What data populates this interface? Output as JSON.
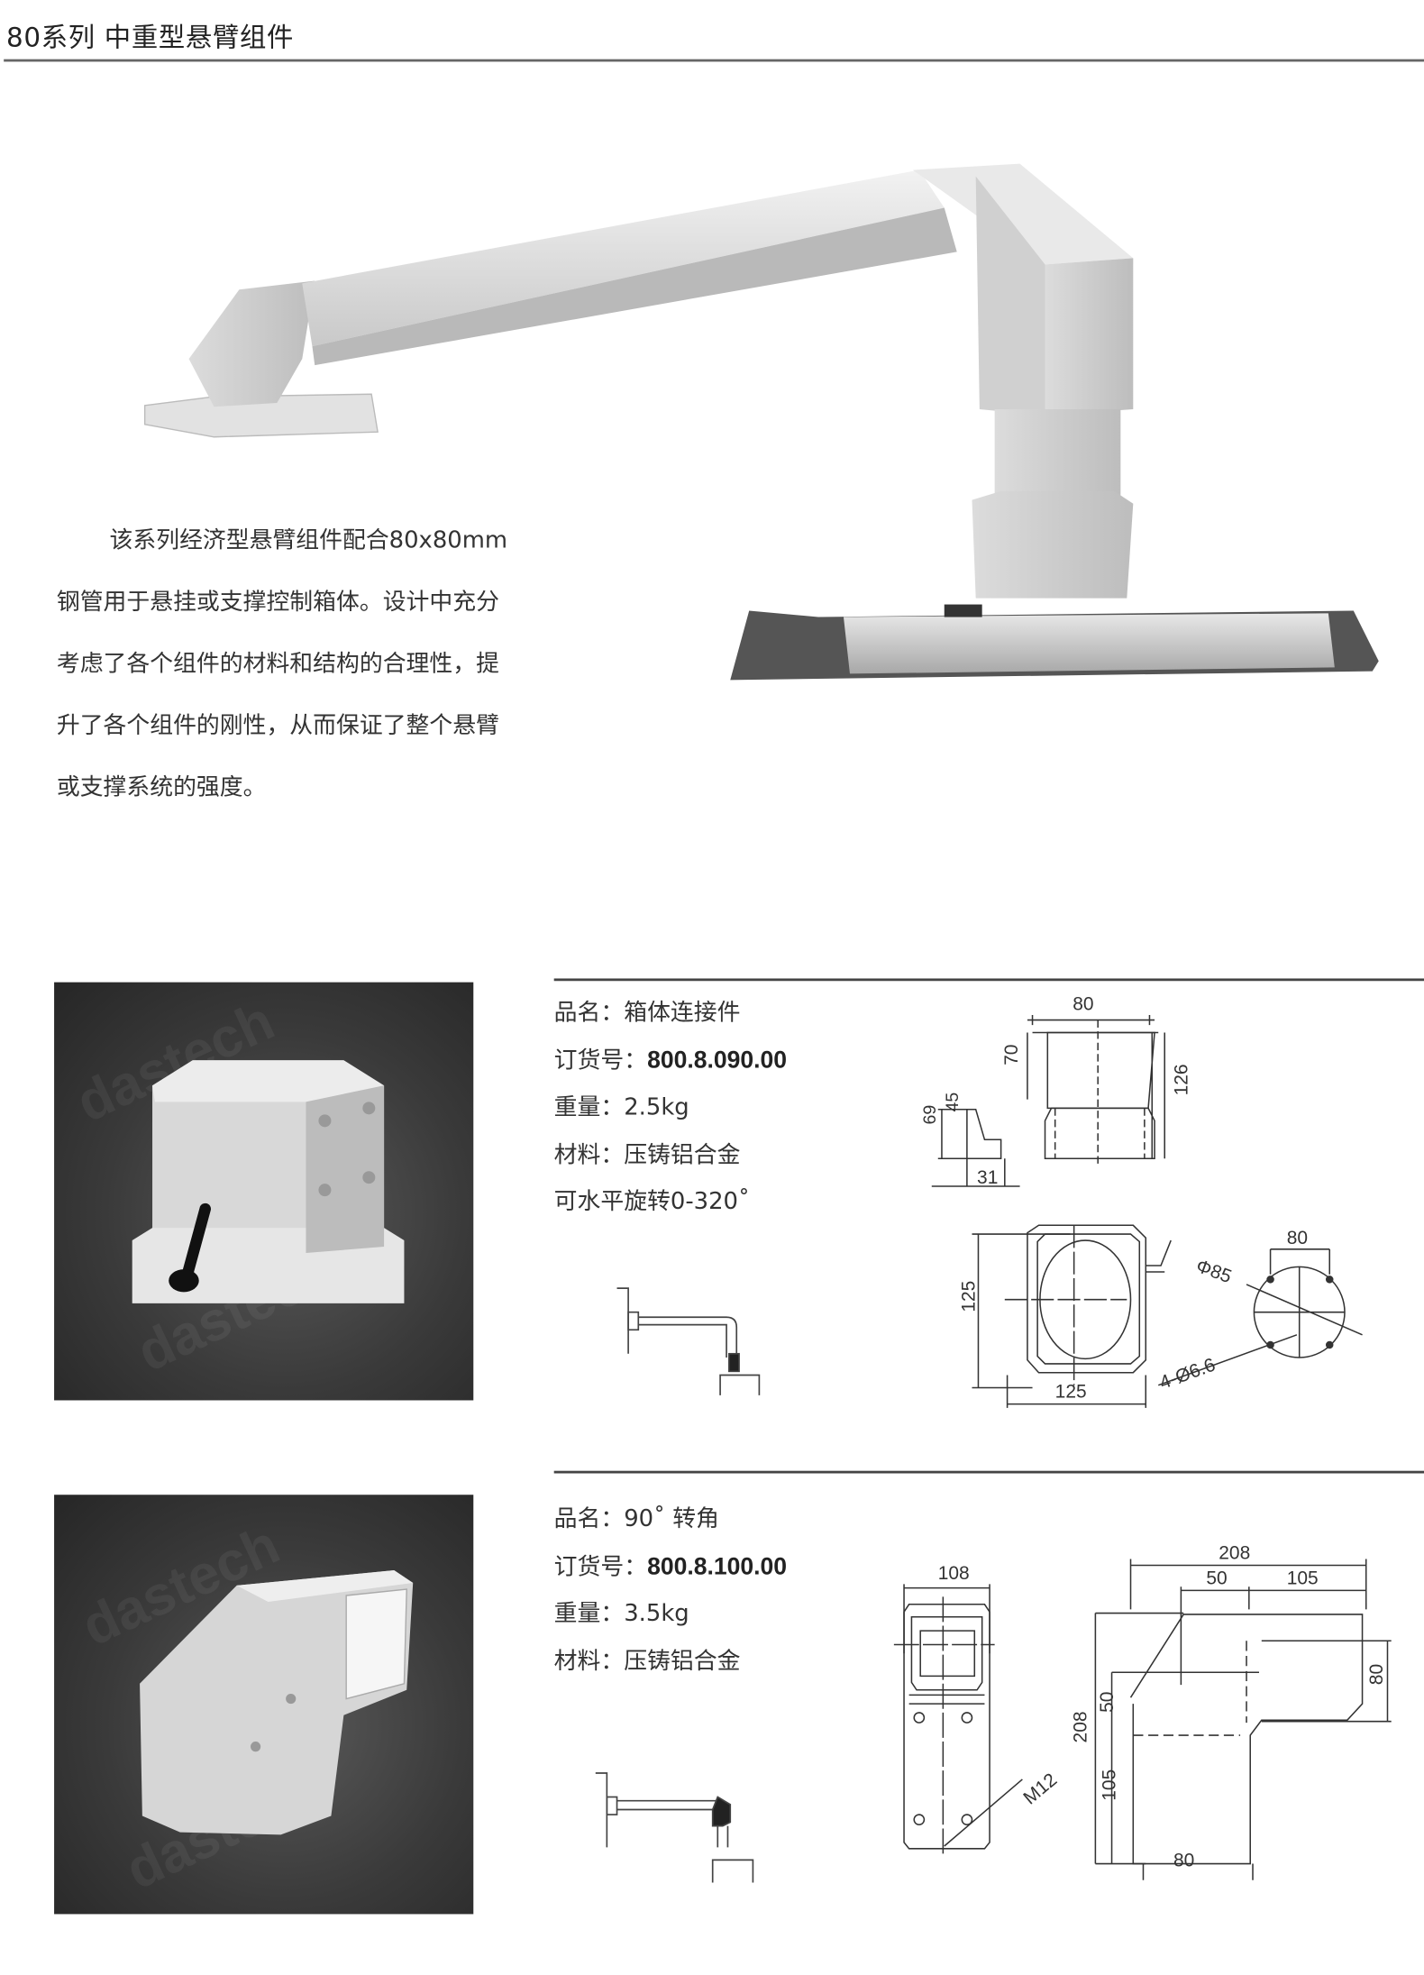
{
  "header": {
    "title": "80系列  中重型悬臂组件"
  },
  "intro": {
    "lines": [
      "该系列经济型悬臂组件配合80x80mm",
      "钢管用于悬挂或支撑控制箱体。设计中充分",
      "考虑了各个组件的材料和结构的合理性，提",
      "升了各个组件的刚性，从而保证了整个悬臂",
      "或支撑系统的强度。"
    ]
  },
  "watermark": "dastech",
  "products": [
    {
      "name_label": "品名：",
      "name": "箱体连接件",
      "order_label": "订货号：",
      "order_no": "800.8.090.00",
      "weight_label": "重量：",
      "weight": "2.5kg",
      "material_label": "材料：",
      "material": "压铸铝合金",
      "note": "可水平旋转0-320˚",
      "dims": {
        "top_width": "80",
        "h70": "70",
        "h126": "126",
        "h45": "45",
        "h69": "69",
        "w31": "31",
        "h125": "125",
        "w125": "125",
        "hole_spacing": "80",
        "phi85": "Φ85",
        "holes": "4-Ø6.6"
      }
    },
    {
      "name_label": "品名：",
      "name": "90˚ 转角",
      "order_label": "订货号：",
      "order_no": "800.8.100.00",
      "weight_label": "重量：",
      "weight": "3.5kg",
      "material_label": "材料：",
      "material": "压铸铝合金",
      "dims": {
        "w108": "108",
        "m12": "M12",
        "w208": "208",
        "w50": "50",
        "w105": "105",
        "h80": "80",
        "h50": "50",
        "h208": "208",
        "h105": "105",
        "w80": "80"
      }
    }
  ]
}
